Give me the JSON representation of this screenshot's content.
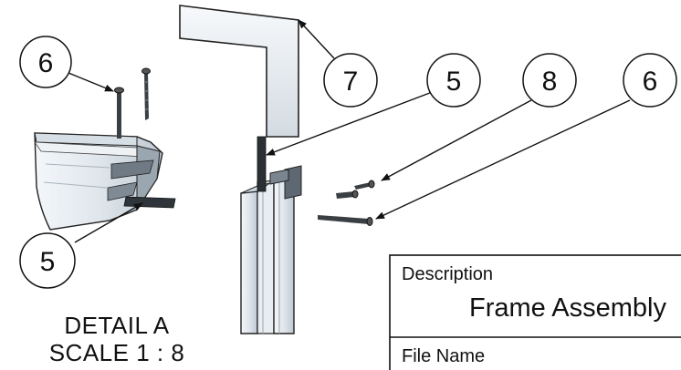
{
  "balloons": [
    {
      "id": "6-left",
      "label": "6"
    },
    {
      "id": "7",
      "label": "7"
    },
    {
      "id": "5-top",
      "label": "5"
    },
    {
      "id": "8",
      "label": "8"
    },
    {
      "id": "6-right",
      "label": "6"
    },
    {
      "id": "5-bottom",
      "label": "5"
    }
  ],
  "detail": {
    "title": "DETAIL A",
    "scale": "SCALE 1 : 8"
  },
  "title_block": {
    "description_label": "Description",
    "description_value": "Frame Assembly",
    "file_name_label": "File Name"
  }
}
